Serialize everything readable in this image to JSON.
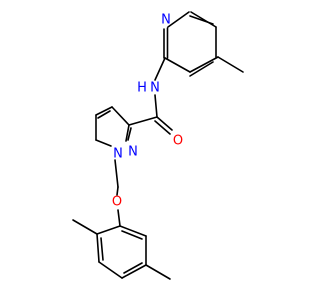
{
  "colors": {
    "background": "#ffffff",
    "bond": "#000000",
    "nitrogen": "#0000ff",
    "oxygen": "#ff0000",
    "carbon": "#000000"
  },
  "atoms": {
    "pyridine_n": "N",
    "amide_nh": "N",
    "amide_h": "H",
    "carbonyl_o": "O",
    "pyrazole_n2": "N",
    "pyrazole_n1": "N",
    "ether_o": "O"
  }
}
